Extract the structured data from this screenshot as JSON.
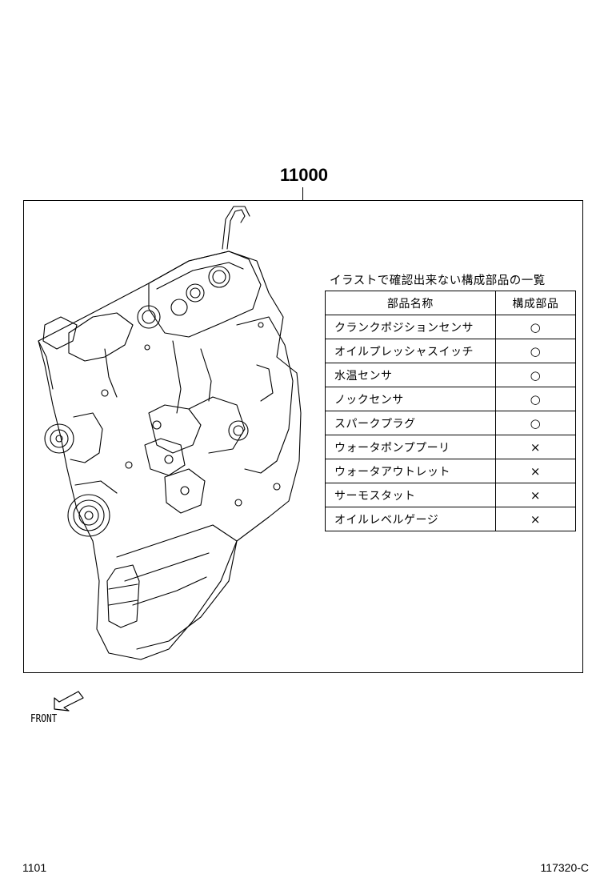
{
  "diagram": {
    "part_number": "11000",
    "front_label": "FRONT",
    "page_code_left": "1101",
    "page_code_right": "117320-C"
  },
  "icons": {
    "front_arrow": "arrow-down-left-icon",
    "engine": "engine-assembly-icon"
  },
  "parts_table": {
    "caption": "イラストで確認出来ない構成部品の一覧",
    "header_name": "部品名称",
    "header_mark": "構成部品",
    "rows": [
      {
        "name": "クランクポジションセンサ",
        "mark": "○"
      },
      {
        "name": "オイルプレッシャスイッチ",
        "mark": "○"
      },
      {
        "name": "水温センサ",
        "mark": "○"
      },
      {
        "name": "ノックセンサ",
        "mark": "○"
      },
      {
        "name": "スパークプラグ",
        "mark": "○"
      },
      {
        "name": "ウォータポンププーリ",
        "mark": "×"
      },
      {
        "name": "ウォータアウトレット",
        "mark": "×"
      },
      {
        "name": "サーモスタット",
        "mark": "×"
      },
      {
        "name": "オイルレベルゲージ",
        "mark": "×"
      }
    ]
  }
}
